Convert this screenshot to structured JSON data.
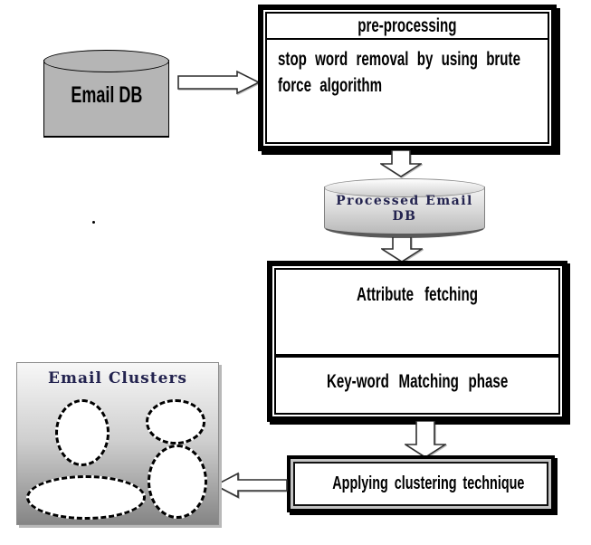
{
  "colors": {
    "ink": "#000000",
    "cylinder-gray": "#b5b5b5",
    "navy": "#23234f",
    "panel-light": "#f7f7f7",
    "panel-dark": "#858585",
    "frame-gray": "#c4c4c4"
  },
  "email_db": {
    "label": "Email DB"
  },
  "preprocessing": {
    "title": "pre-processing",
    "body_lines": [
      "stop word removal by using brute",
      "force algorithm"
    ]
  },
  "processed_db": {
    "line1": "Processed Email",
    "line2": "DB"
  },
  "attribute_box": {
    "top_label": "Attribute fetching",
    "bottom_label": "Key-word Matching phase"
  },
  "applying_box": {
    "label": "Applying clustering technique"
  },
  "email_clusters": {
    "title": "Email Clusters"
  }
}
